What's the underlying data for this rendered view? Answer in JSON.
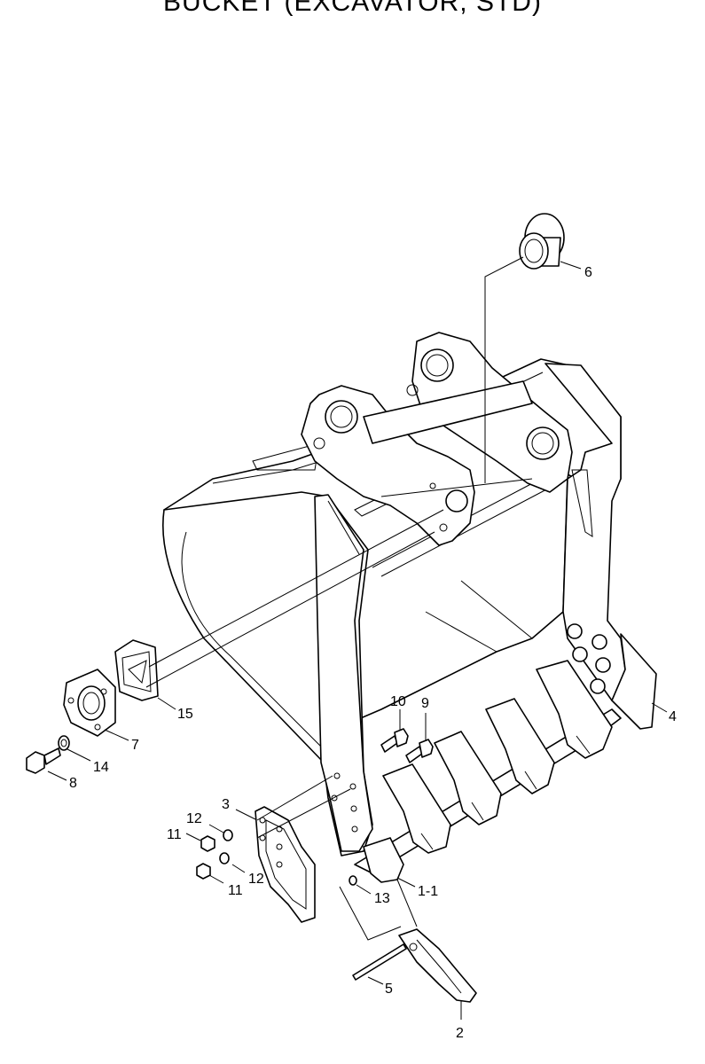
{
  "title": "BUCKET (EXCAVATOR, STD)",
  "callouts": [
    "6",
    "4",
    "15",
    "7",
    "14",
    "8",
    "10",
    "9",
    "3",
    "12",
    "11",
    "12",
    "11",
    "13",
    "1-1",
    "5",
    "2"
  ]
}
